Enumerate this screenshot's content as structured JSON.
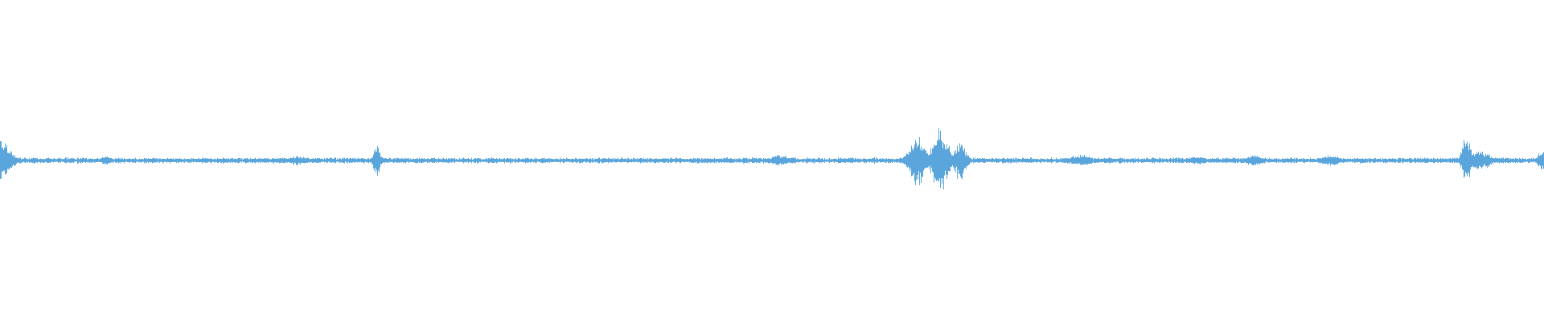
{
  "waveform": {
    "color": "#5aa6dc",
    "baseline_amplitude": 0.025,
    "bursts": [
      {
        "position": 0.0,
        "width": 0.01,
        "amplitude": 0.18
      },
      {
        "position": 0.069,
        "width": 0.006,
        "amplitude": 0.04
      },
      {
        "position": 0.193,
        "width": 0.01,
        "amplitude": 0.04
      },
      {
        "position": 0.244,
        "width": 0.003,
        "amplitude": 0.17
      },
      {
        "position": 0.505,
        "width": 0.01,
        "amplitude": 0.05
      },
      {
        "position": 0.594,
        "width": 0.008,
        "amplitude": 0.22
      },
      {
        "position": 0.609,
        "width": 0.008,
        "amplitude": 0.27
      },
      {
        "position": 0.622,
        "width": 0.006,
        "amplitude": 0.17
      },
      {
        "position": 0.7,
        "width": 0.012,
        "amplitude": 0.05
      },
      {
        "position": 0.776,
        "width": 0.01,
        "amplitude": 0.04
      },
      {
        "position": 0.813,
        "width": 0.008,
        "amplitude": 0.06
      },
      {
        "position": 0.861,
        "width": 0.01,
        "amplitude": 0.05
      },
      {
        "position": 0.95,
        "width": 0.004,
        "amplitude": 0.24
      },
      {
        "position": 0.958,
        "width": 0.012,
        "amplitude": 0.08
      },
      {
        "position": 0.999,
        "width": 0.004,
        "amplitude": 0.09
      }
    ]
  }
}
